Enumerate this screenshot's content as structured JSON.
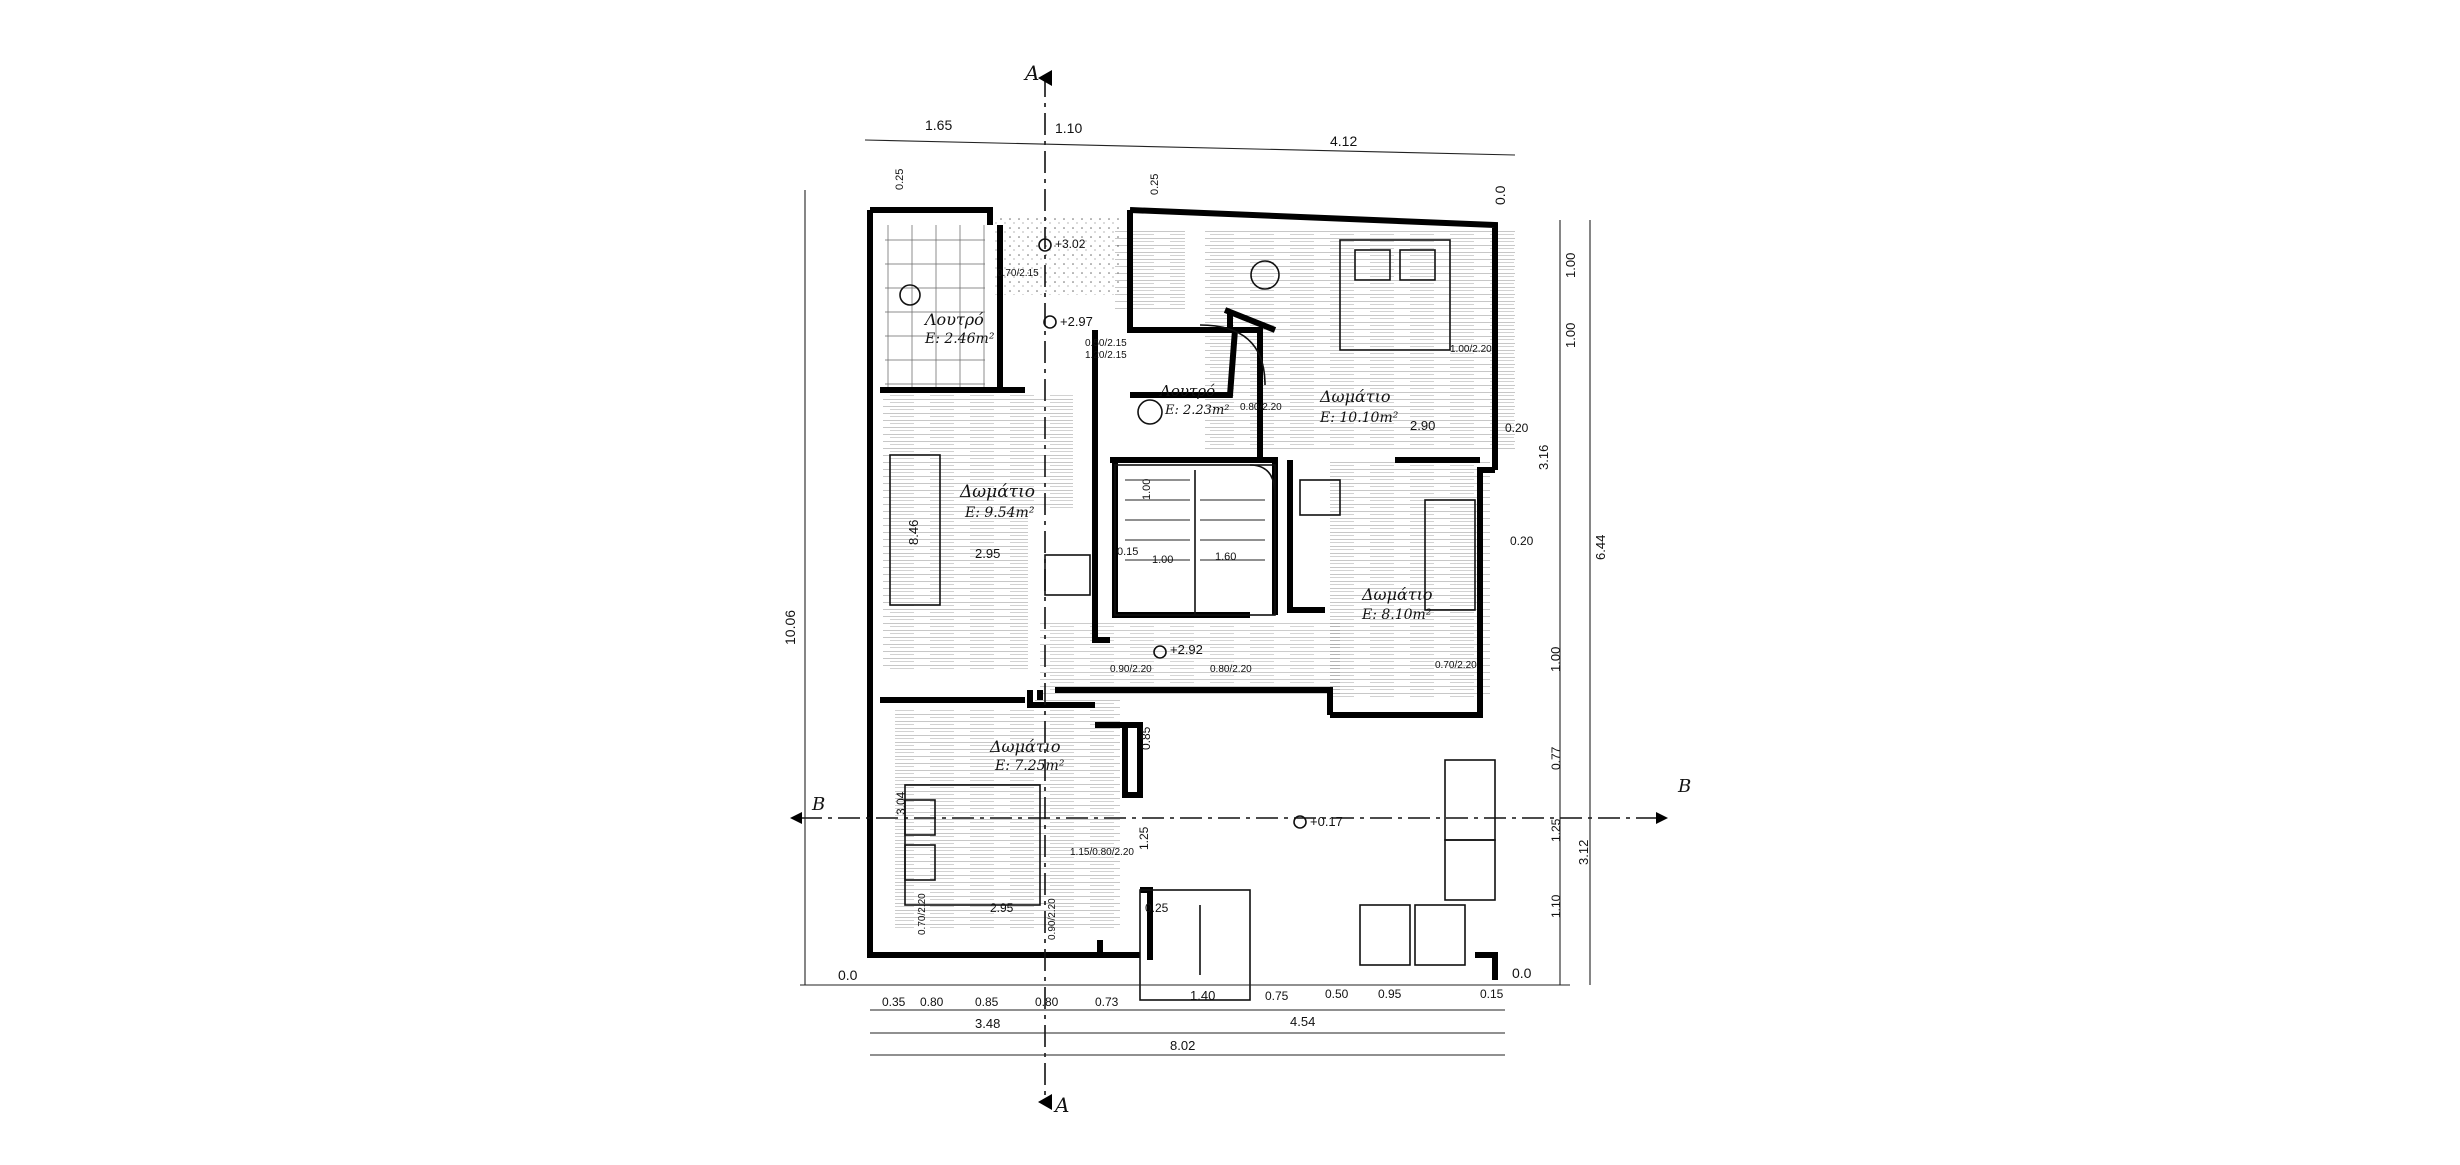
{
  "section_marks": {
    "a_top": "A",
    "a_bottom": "A",
    "b_left": "B",
    "b_right": "B"
  },
  "levels": {
    "ground_left": "0.0",
    "ground_right": "0.0",
    "top_right": "0.0"
  },
  "rooms": [
    {
      "name": "Λουτρό",
      "area": "E: 2.46m²"
    },
    {
      "name": "Λουτρό",
      "area": "E: 2.23m²"
    },
    {
      "name": "Δωμάτιο",
      "area": "E: 10.10m²"
    },
    {
      "name": "Δωμάτιο",
      "area": "E: 9.54m²"
    },
    {
      "name": "Δωμάτιο",
      "area": "E: 8.10m²"
    },
    {
      "name": "Δωμάτιο",
      "area": "E: 7.25m²"
    }
  ],
  "elevations": {
    "e1": "+2.97",
    "e2": "+3.02",
    "e3": "+2.92",
    "e4": "+0.17"
  },
  "dims_top": [
    "1.65",
    "1.10",
    "4.12"
  ],
  "dims_bottom_row1": [
    "0.35",
    "0.80",
    "0.85",
    "0.80",
    "0.73",
    "1.40",
    "0.75",
    "0.50",
    "0.95",
    "0.15"
  ],
  "dims_bottom_row2": [
    "3.48",
    "4.54"
  ],
  "dims_bottom_total": "8.02",
  "dims_left_total": "10.06",
  "dims_right": [
    "1.00",
    "1.00",
    "3.16",
    "0.20",
    "6.44",
    "1.00",
    "0.77",
    "1.25",
    "3.12",
    "1.10"
  ],
  "openings": [
    "0.70/2.15",
    "0.50/2.15",
    "1.20/2.15",
    "0.80/2.20",
    "1.00/2.20",
    "0.70/2.20",
    "0.90/2.20",
    "0.80/2.20",
    "1.15/0.80/2.20",
    "0.70/2.20",
    "0.90/2.20"
  ],
  "misc": [
    "0.25",
    "0.25",
    "0.15",
    "0.20",
    "2.90",
    "2.95",
    "8.46",
    "0.25",
    "2.95",
    "0.85",
    "1.25",
    "1.00",
    "1.60",
    "1.00",
    "3.04"
  ]
}
